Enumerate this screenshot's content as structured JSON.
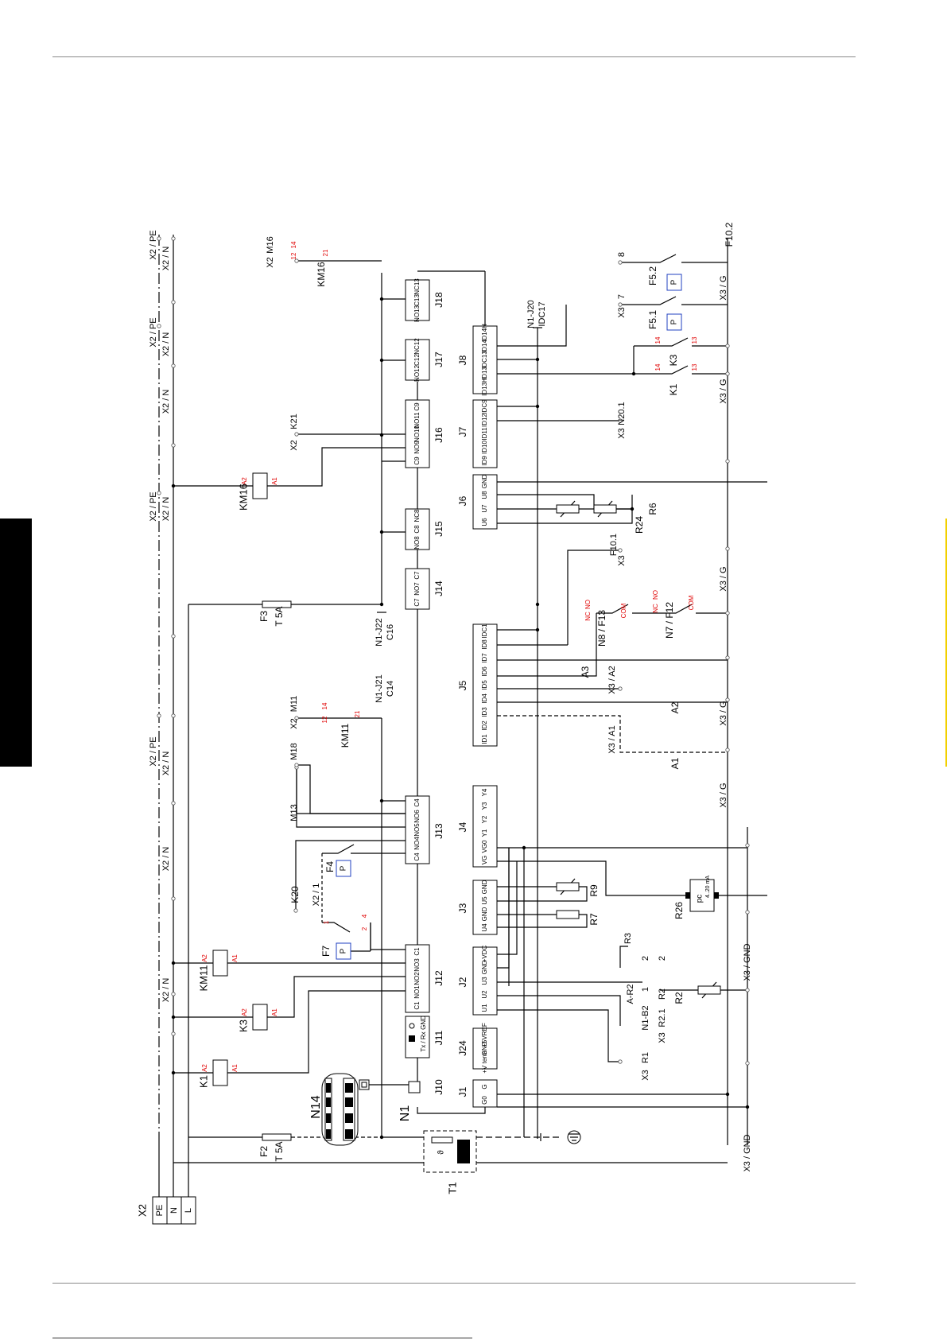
{
  "colors": {
    "line": "#000000",
    "rule": "#8a8a8a",
    "tab": "#000000",
    "accent_red": "#e00000",
    "accent_blue": "#2040c0",
    "marker_yellow": "#f2d000"
  },
  "terminal_strip": {
    "name": "X2",
    "pins": [
      "PE",
      "N",
      "L"
    ]
  },
  "rails": [
    {
      "label": "X2 / PE"
    },
    {
      "label": "X2 / N"
    },
    {
      "label": "X2 / PE"
    },
    {
      "label": "X2 / N"
    },
    {
      "label": "X2 / N"
    },
    {
      "label": "X2 / PE"
    },
    {
      "label": "X2 / N"
    },
    {
      "label": "X2 / PE"
    },
    {
      "label": "X2 / N"
    },
    {
      "label": "X2 / N"
    },
    {
      "label": "X2 / N"
    }
  ],
  "controller": {
    "name": "N1",
    "connectors": [
      {
        "id": "J1",
        "pins": [
          "G0",
          "G"
        ]
      },
      {
        "id": "J24",
        "pins": [
          "+V term",
          "GND",
          "+5VREF"
        ]
      },
      {
        "id": "J2",
        "pins": [
          "U1",
          "U2",
          "U3",
          "GND",
          "+VDC"
        ]
      },
      {
        "id": "J3",
        "pins": [
          "U4",
          "GND",
          "U5",
          "GND"
        ]
      },
      {
        "id": "J4",
        "pins": [
          "VG",
          "VG0",
          "Y1",
          "Y2",
          "Y3",
          "Y4"
        ]
      },
      {
        "id": "J5",
        "pins": [
          "ID1",
          "ID2",
          "ID3",
          "ID4",
          "ID5",
          "ID6",
          "ID7",
          "ID8",
          "IDC1"
        ]
      },
      {
        "id": "J6",
        "pins": [
          "U6",
          "U7",
          "U8",
          "GND"
        ]
      },
      {
        "id": "J7",
        "pins": [
          "ID9",
          "ID10",
          "ID11",
          "ID12",
          "IDC9"
        ]
      },
      {
        "id": "J8",
        "pins": [
          "ID13H",
          "ID13",
          "IDC13",
          "ID14",
          "ID14H"
        ]
      },
      {
        "id": "J10",
        "pins": []
      },
      {
        "id": "J11",
        "pins": [
          "GND",
          "Tx / Rx"
        ]
      },
      {
        "id": "J12",
        "pins": [
          "C1",
          "NO1",
          "NO2",
          "NO3",
          "C1"
        ]
      },
      {
        "id": "J13",
        "pins": [
          "C4",
          "NO4",
          "NO5",
          "NO6",
          "C4"
        ]
      },
      {
        "id": "J14",
        "pins": [
          "C7",
          "NO7",
          "C7"
        ]
      },
      {
        "id": "J15",
        "pins": [
          "NO8",
          "C8",
          "NC8"
        ]
      },
      {
        "id": "J16",
        "pins": [
          "C9",
          "NO9",
          "NO10",
          "NO11",
          "C9"
        ]
      },
      {
        "id": "J17",
        "pins": [
          "NO12",
          "C12",
          "NC12"
        ]
      },
      {
        "id": "J18",
        "pins": [
          "NO13",
          "C13",
          "NC13"
        ]
      }
    ]
  },
  "labels": {
    "t1": "T1",
    "f2": "F2",
    "f2_rating": "T 5A",
    "f3": "F3",
    "f3_rating": "T 5A",
    "n14": "N14",
    "n1": "N1",
    "k1": "K1",
    "k3": "K3",
    "km11": "KM11",
    "km16": "KM16",
    "k20": "K20",
    "x2_1": "X2 / 1",
    "f7": "F7",
    "f4": "F4",
    "m13": "M13",
    "m18": "M18",
    "m11": "M11",
    "m16": "M16",
    "k21": "K21",
    "x2": "X2",
    "n1_j21": "N1-J21",
    "c14": "C14",
    "n1_j22": "N1-J22",
    "c16": "C16",
    "n1_j20": "N1-J20",
    "idc17": "IDC17",
    "r1": "R1",
    "r2": "R2",
    "r2_1": "R2.1",
    "r3": "R3",
    "n1_b2": "N1-B2",
    "a_r2": "A-R2",
    "r7": "R7",
    "r9": "R9",
    "r26": "R26",
    "r24": "R24",
    "r6": "R6",
    "a1": "A1",
    "a2": "A2",
    "a3": "A3",
    "x3_a1": "X3 / A1",
    "x3_a2": "X3 / A2",
    "n7_f12": "N7 / F12",
    "n8_f13": "N8 / F13",
    "x3": "X3",
    "x3_g": "X3 / G",
    "x3_gnd": "X3 / GND",
    "f10_1": "F10.1",
    "n20_1": "N20.1",
    "f10_2": "F10.2",
    "k1_13": "13",
    "k1_14": "14",
    "k3_13": "13",
    "k3_14": "14",
    "f5_1": "F5.1",
    "f5_2": "F5.2",
    "t7": "7",
    "t8": "8",
    "n1_": "1",
    "n2_": "2",
    "pin1": "1",
    "pin2": "2",
    "pin4": "4",
    "pin12": "12",
    "pin14": "14",
    "pin21": "21",
    "a1_coil": "A1",
    "a2_coil": "A2",
    "nc": "NC",
    "no": "NO",
    "com": "COM",
    "pc": "pc",
    "ma": "4..20 mA"
  },
  "icons": [
    "pressure-switch-icon",
    "thermistor-icon",
    "ground-icon",
    "transformer-icon",
    "fuse-icon",
    "coil-icon",
    "contact-icon"
  ]
}
